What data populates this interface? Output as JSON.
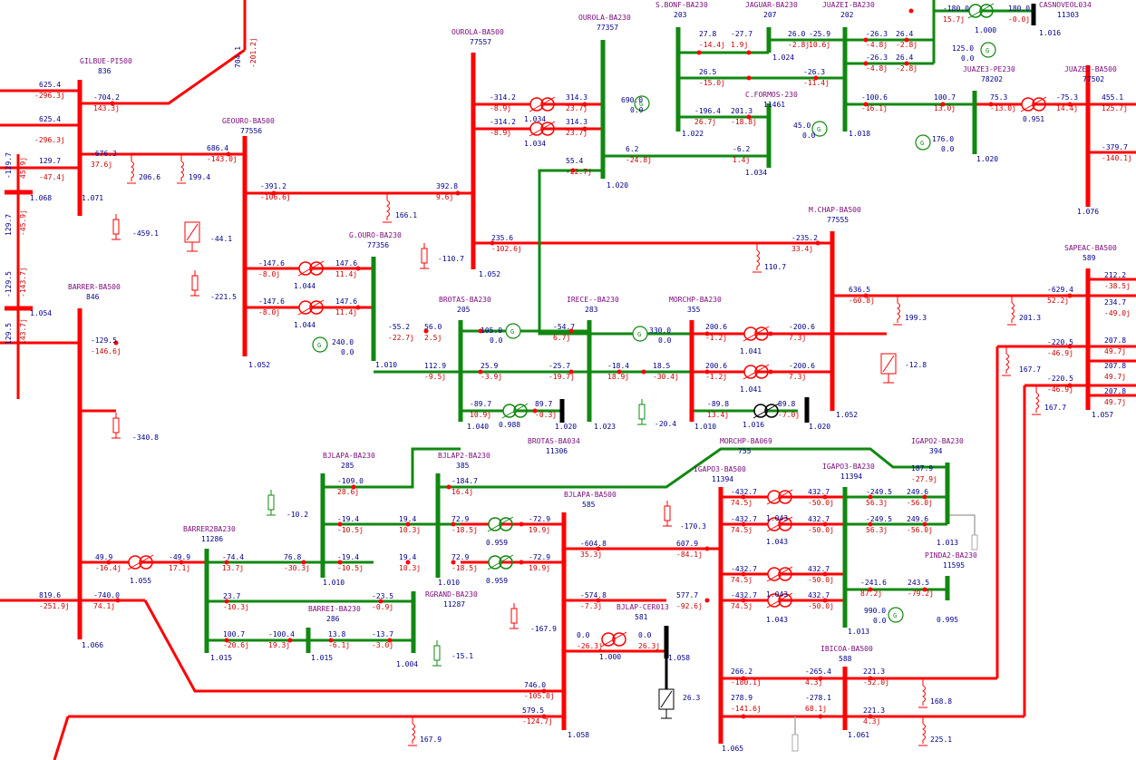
{
  "colors": {
    "kv500": "#ff0000",
    "kv230": "#118811",
    "kv69": "#000000",
    "off": "#aaaaaa",
    "bus_name": "#7b0a7b",
    "voltage_text": "#00008b",
    "mvar_text": "#cc0000"
  },
  "buses": {
    "gilbue": {
      "name": "GILBUE-PI500",
      "num": "836",
      "v": "1.071"
    },
    "geouro": {
      "name": "GEOURO-BA500",
      "num": "77556",
      "v": "1.052"
    },
    "ourola5": {
      "name": "OUROLA-BA500",
      "num": "77557",
      "v": "1.052"
    },
    "ourola2": {
      "name": "OUROLA-BA230",
      "num": "77357",
      "v": "1.020"
    },
    "sbonf": {
      "name": "S.BONF-BA230",
      "num": "203",
      "v": "1.022"
    },
    "jaguar": {
      "name": "JAGUAR-BA230",
      "num": "207",
      "v": "1.024"
    },
    "juazei": {
      "name": "JUAZEI-BA230",
      "num": "202",
      "v": "1.018"
    },
    "casnov": {
      "name": "CASNOVEOL034",
      "num": "11303",
      "v": "1.016"
    },
    "juaze3pe": {
      "name": "JUAZE3-PE230",
      "num": "78202",
      "v": "1.020"
    },
    "juaze3": {
      "name": "JUAZE3-BA500",
      "num": "77502",
      "v": "1.076"
    },
    "cformos": {
      "name": "C.FORMOS-230",
      "num": "11461",
      "v": "1.034"
    },
    "barrer": {
      "name": "BARRER-BA500",
      "num": "846",
      "v": "1.066"
    },
    "gouro230": {
      "name": "G.OURO-BA230",
      "num": "77356",
      "v": "1.010"
    },
    "brotas": {
      "name": "BROTAS-BA230",
      "num": "205",
      "v": "1.040"
    },
    "irece": {
      "name": "IRECE--BA230",
      "num": "283",
      "v": "1.023"
    },
    "morchp": {
      "name": "MORCHP-BA230",
      "num": "355",
      "v": "1.010"
    },
    "mchap": {
      "name": "M.CHAP-BA500",
      "num": "77555",
      "v": "1.052"
    },
    "sapeac": {
      "name": "SAPEAC-BA500",
      "num": "589",
      "v": "1.057"
    },
    "brotas34": {
      "name": "BROTAS-BA034",
      "num": "11306",
      "v": "1.020"
    },
    "morchp69": {
      "name": "MORCHP-BA069",
      "num": "755",
      "v": "1.020"
    },
    "bjlapa230": {
      "name": "BJLAPA-BA230",
      "num": "285",
      "v": "1.010"
    },
    "bjlap2": {
      "name": "BJLAP2-BA230",
      "num": "385",
      "v": "1.010"
    },
    "bjlapa5": {
      "name": "BJLAPA-BA500",
      "num": "585",
      "v": "1.058"
    },
    "igapo35": {
      "name": "IGAPO3-BA500",
      "num": "11394",
      "v": "1.065"
    },
    "igapo32": {
      "name": "IGAPO3-BA230",
      "num": "11394",
      "v": "1.013"
    },
    "igapo2": {
      "name": "IGAPO2-BA230",
      "num": "394",
      "v": "1.013"
    },
    "pinda2": {
      "name": "PINDA2-BA230",
      "num": "11595",
      "v": "0.995"
    },
    "barrer2": {
      "name": "BARRER2BA230",
      "num": "11286",
      "v": "1.015"
    },
    "barrei": {
      "name": "BARREI-BA230",
      "num": "286",
      "v": "1.015"
    },
    "rgrand": {
      "name": "RGRAND-BA230",
      "num": "11287",
      "v": "1.004"
    },
    "bjlapcer": {
      "name": "BJLAP-CER013",
      "num": "581",
      "v": "1.058"
    },
    "ibicoa": {
      "name": "IBICOA-BA500",
      "num": "588",
      "v": "1.061"
    }
  },
  "topleft_flows": [
    {
      "p": "625.4",
      "q": "-296.3j"
    },
    {
      "p": "625.4",
      "q": "-296.3j"
    },
    {
      "p": "129.7",
      "q": "-47.4j"
    }
  ],
  "vertical_texts": [
    "-129.7",
    "45.9j",
    "129.7",
    "-45.9j",
    "-129.5",
    "-143.7j",
    "129.5",
    "143.7j",
    "704.1",
    "-201.2j"
  ],
  "bus_voltage_side": [
    "1.068",
    "1.054"
  ],
  "flows": [
    {
      "p": "-704.2",
      "q": "143.3j"
    },
    {
      "p": "-676.3",
      "q": "37.6j"
    },
    {
      "p": "686.4",
      "q": "-143.0j"
    },
    {
      "p": "-391.2",
      "q": "-106.6j"
    },
    {
      "p": "392.8",
      "q": "9.6j"
    },
    {
      "p": "235.6",
      "q": "-102.6j"
    },
    {
      "p": "-235.2",
      "q": "33.4j"
    },
    {
      "p": "-314.2",
      "q": "-8.9j"
    },
    {
      "p": "-314.2",
      "q": "-8.9j"
    },
    {
      "p": "314.3",
      "q": "23.7j"
    },
    {
      "p": "314.3",
      "q": "23.7j"
    },
    {
      "p": "6.2",
      "q": "-24.8j"
    },
    {
      "p": "-6.2",
      "q": "1.4j"
    },
    {
      "p": "55.4",
      "q": "-22.7j"
    },
    {
      "p": "27.8",
      "q": "-14.4j"
    },
    {
      "p": "-27.7",
      "q": "1.9j"
    },
    {
      "p": "26.0",
      "q": "-2.8j"
    },
    {
      "p": "-25.9",
      "q": "10.6j"
    },
    {
      "p": "-26.3",
      "q": "-4.8j"
    },
    {
      "p": "26.4",
      "q": "-2.8j"
    },
    {
      "p": "-26.3",
      "q": "-4.8j"
    },
    {
      "p": "26.4",
      "q": "-2.8j"
    },
    {
      "p": "26.5",
      "q": "-15.0j"
    },
    {
      "p": "-26.3",
      "q": "-11.4j"
    },
    {
      "p": "-196.4",
      "q": "26.7j"
    },
    {
      "p": "201.3",
      "q": "-18.8j"
    },
    {
      "p": "-100.6",
      "q": "-16.1j"
    },
    {
      "p": "100.7",
      "q": "13.0j"
    },
    {
      "p": "75.3",
      "q": "-13.0j"
    },
    {
      "p": "-75.3",
      "q": "14.4j"
    },
    {
      "p": "455.1",
      "q": "125.7j"
    },
    {
      "p": "-379.7",
      "q": "-140.1j"
    },
    {
      "p": "-180.0",
      "q": "15.7j"
    },
    {
      "p": "180.0",
      "q": "-0.0j"
    },
    {
      "p": "-129.5",
      "q": "-146.6j"
    },
    {
      "p": "-147.6",
      "q": "-8.0j"
    },
    {
      "p": "147.6",
      "q": "11.4j"
    },
    {
      "p": "-147.6",
      "q": "-8.0j"
    },
    {
      "p": "147.6",
      "q": "11.4j"
    },
    {
      "p": "636.5",
      "q": "-60.8j"
    },
    {
      "p": "-629.4",
      "q": "52.2j"
    },
    {
      "p": "212.2",
      "q": "-38.5j"
    },
    {
      "p": "234.7",
      "q": "-49.0j"
    },
    {
      "p": "-220.5",
      "q": "-46.9j"
    },
    {
      "p": "207.8",
      "q": "49.7j"
    },
    {
      "p": "-220.5",
      "q": "-46.9j"
    },
    {
      "p": "207.8",
      "q": "49.7j"
    },
    {
      "p": "207.8",
      "q": "49.7j"
    },
    {
      "p": "-55.2",
      "q": "-22.7j"
    },
    {
      "p": "56.0",
      "q": "2.5j"
    },
    {
      "p": "-54.7",
      "q": "6.7j"
    },
    {
      "p": "112.9",
      "q": "-9.5j"
    },
    {
      "p": "25.9",
      "q": "-3.9j"
    },
    {
      "p": "-25.7",
      "q": "-19.7j"
    },
    {
      "p": "-18.4",
      "q": "18.9j"
    },
    {
      "p": "18.5",
      "q": "-30.4j"
    },
    {
      "p": "200.6",
      "q": "-1.2j"
    },
    {
      "p": "-200.6",
      "q": "7.3j"
    },
    {
      "p": "200.6",
      "q": "-1.2j"
    },
    {
      "p": "-200.6",
      "q": "7.3j"
    },
    {
      "p": "-89.7",
      "q": "10.9j"
    },
    {
      "p": "89.7",
      "q": "-0.3j"
    },
    {
      "p": "-89.8",
      "q": "13.4j"
    },
    {
      "p": "89.8",
      "q": "-7.0j"
    },
    {
      "p": "-109.0",
      "q": "28.6j"
    },
    {
      "p": "-184.7",
      "q": "16.4j"
    },
    {
      "p": "-19.4",
      "q": "-10.5j"
    },
    {
      "p": "19.4",
      "q": "10.3j"
    },
    {
      "p": "-19.4",
      "q": "-10.5j"
    },
    {
      "p": "19.4",
      "q": "10.3j"
    },
    {
      "p": "72.9",
      "q": "-18.5j"
    },
    {
      "p": "-72.9",
      "q": "19.9j"
    },
    {
      "p": "72.9",
      "q": "-18.5j"
    },
    {
      "p": "-72.9",
      "q": "19.9j"
    },
    {
      "p": "49.9",
      "q": "-16.4j"
    },
    {
      "p": "-49.9",
      "q": "17.1j"
    },
    {
      "p": "-74.4",
      "q": "13.7j"
    },
    {
      "p": "76.8",
      "q": "-30.3j"
    },
    {
      "p": "23.7",
      "q": "-10.3j"
    },
    {
      "p": "-23.5",
      "q": "-0.9j"
    },
    {
      "p": "100.7",
      "q": "-20.6j"
    },
    {
      "p": "-100.4",
      "q": "19.3j"
    },
    {
      "p": "13.8",
      "q": "-6.1j"
    },
    {
      "p": "-13.7",
      "q": "-3.0j"
    },
    {
      "p": "819.6",
      "q": "-251.9j"
    },
    {
      "p": "-740.0",
      "q": "74.1j"
    },
    {
      "p": "746.0",
      "q": "-105.0j"
    },
    {
      "p": "579.5",
      "q": "-124.7j"
    },
    {
      "p": "-604.8",
      "q": "35.3j"
    },
    {
      "p": "607.9",
      "q": "-84.1j"
    },
    {
      "p": "-574.8",
      "q": "-7.3j"
    },
    {
      "p": "577.7",
      "q": "-92.6j"
    },
    {
      "p": "0.0",
      "q": "-26.3j"
    },
    {
      "p": "0.0",
      "q": "26.3j"
    },
    {
      "p": "-432.7",
      "q": "74.5j"
    },
    {
      "p": "432.7",
      "q": "-50.0j"
    },
    {
      "p": "-432.7",
      "q": "74.5j"
    },
    {
      "p": "432.7",
      "q": "-50.0j"
    },
    {
      "p": "-432.7",
      "q": "74.5j"
    },
    {
      "p": "432.7",
      "q": "-50.0j"
    },
    {
      "p": "-432.7",
      "q": "74.5j"
    },
    {
      "p": "432.7",
      "q": "-50.0j"
    },
    {
      "p": "-249.5",
      "q": "56.3j"
    },
    {
      "p": "249.6",
      "q": "-56.0j"
    },
    {
      "p": "-249.5",
      "q": "56.3j"
    },
    {
      "p": "249.6",
      "q": "-56.0j"
    },
    {
      "p": "187.9",
      "q": "-27.9j"
    },
    {
      "p": "-241.6",
      "q": "87.2j"
    },
    {
      "p": "243.5",
      "q": "-79.2j"
    },
    {
      "p": "266.2",
      "q": "-180.1j"
    },
    {
      "p": "-265.4",
      "q": "4.3j"
    },
    {
      "p": "278.9",
      "q": "-141.6j"
    },
    {
      "p": "-278.1",
      "q": "68.1j"
    },
    {
      "p": "221.3",
      "q": "-52.0j"
    },
    {
      "p": "221.3",
      "q": "4.3j"
    }
  ],
  "shunts": [
    "206.6",
    "199.4",
    "-459.1",
    "166.1",
    "-110.7",
    "-44.1",
    "-221.5",
    "110.7",
    "199.3",
    "201.3",
    "-12.8",
    "167.7",
    "167.7",
    "-340.8",
    "-20.4",
    "-10.2",
    "-170.3",
    "-167.9",
    "-15.1",
    "26.3",
    "167.9",
    "168.8",
    "225.1"
  ],
  "generators": [
    {
      "p": "690.0",
      "q": "0.0"
    },
    {
      "p": "125.0",
      "q": "0.0"
    },
    {
      "p": "45.0",
      "q": "0.0"
    },
    {
      "p": "176.0",
      "q": "0.0"
    },
    {
      "p": "240.0",
      "q": "0.0"
    },
    {
      "p": "105.0",
      "q": "0.0"
    },
    {
      "p": "330.0",
      "q": "0.0"
    },
    {
      "p": "990.0",
      "q": "0.0"
    }
  ],
  "taps": [
    "1.034",
    "1.034",
    "0.951",
    "1.000",
    "1.044",
    "1.044",
    "1.041",
    "1.041",
    "0.988",
    "1.016",
    "0.959",
    "0.959",
    "1.055",
    "1.000",
    "1.043",
    "1.043",
    "1.043",
    "1.043"
  ]
}
